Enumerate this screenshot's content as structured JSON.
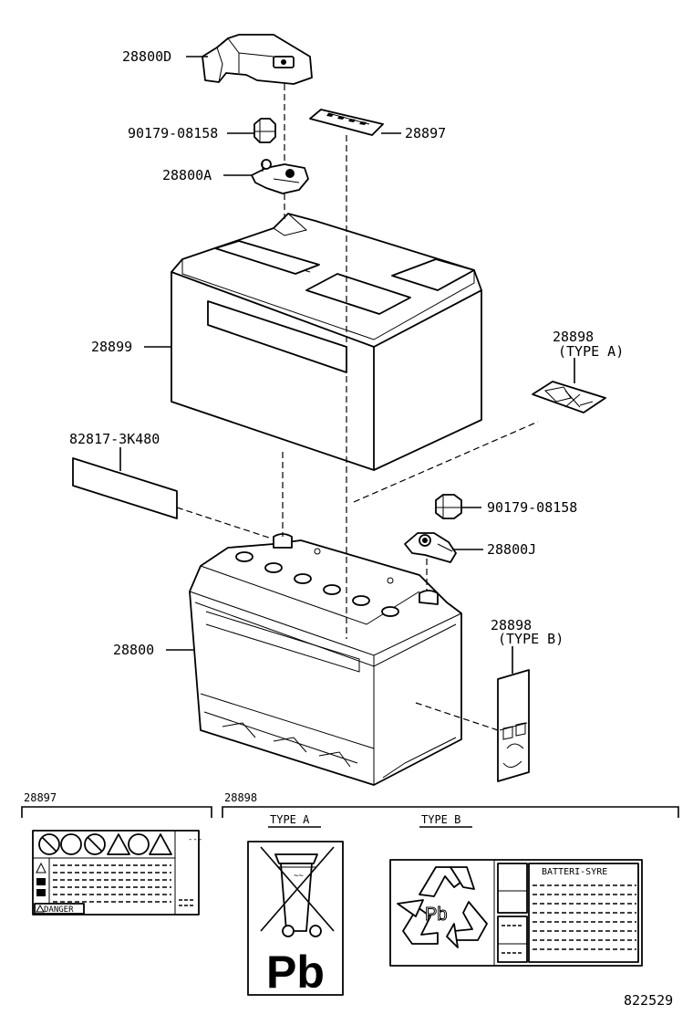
{
  "labels": {
    "cover_d": "28800D",
    "nut_top": "90179-08158",
    "label_28897": "28897",
    "clamp_a": "28800A",
    "case": "28899",
    "label_28898_a": "28898",
    "type_a_paren": "(TYPE A)",
    "plate": "82817-3K480",
    "nut_bottom": "90179-08158",
    "clamp_j": "28800J",
    "battery": "28800",
    "label_28898_b": "28898",
    "type_b_paren": "(TYPE B)"
  },
  "details": {
    "left_title": "28897",
    "right_title": "28898",
    "type_a": "TYPE A",
    "type_b": "TYPE B",
    "danger": "DANGER",
    "batteri_syre": "BATTERI-SYRE",
    "pb": "Pb",
    "pb_small": "Pb"
  },
  "footer": {
    "diagram_number": "822529"
  }
}
